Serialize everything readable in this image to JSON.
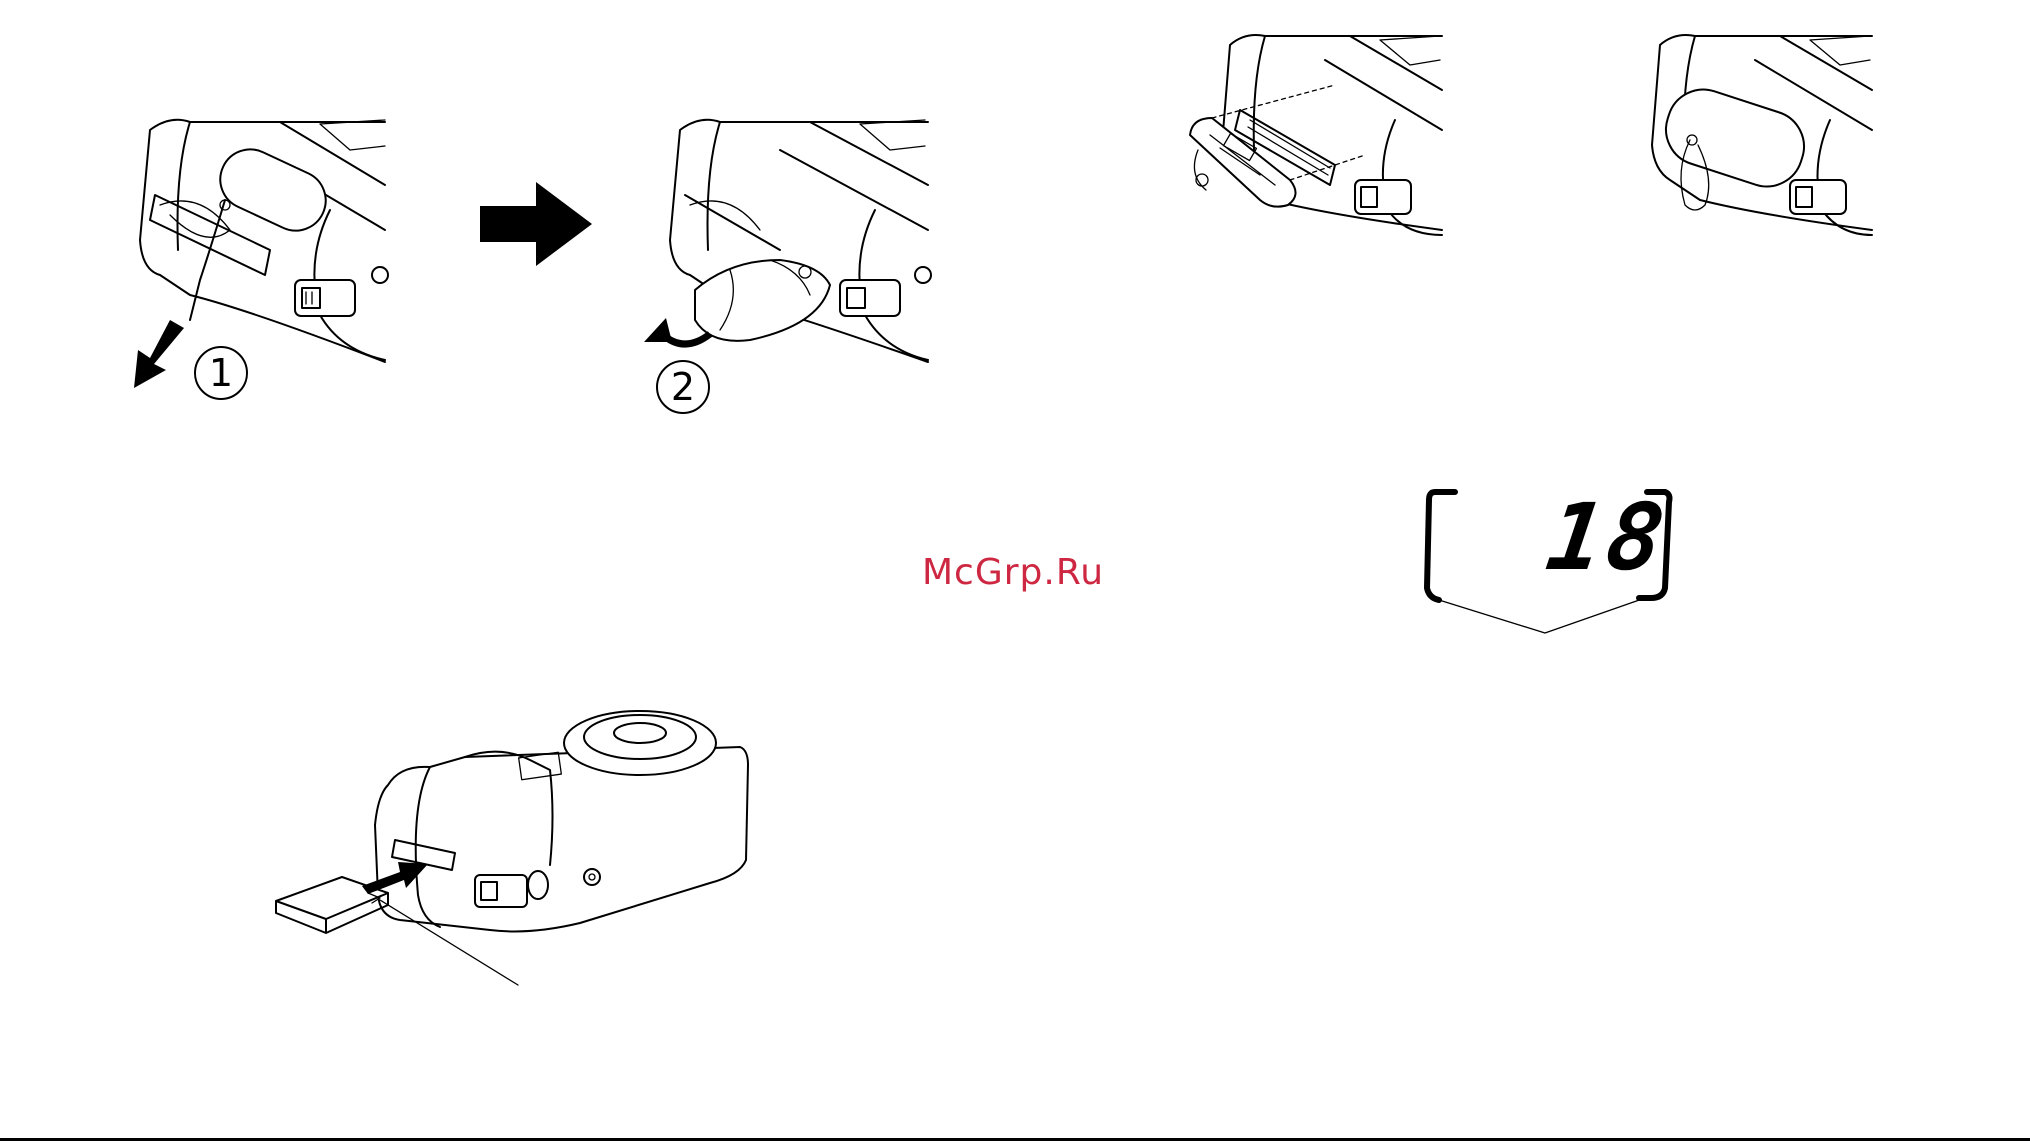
{
  "steps": {
    "step1_label": "1",
    "step2_label": "2"
  },
  "watermark": "McGrp.Ru",
  "lcd_display": {
    "frame_count": "18"
  },
  "icons": {
    "right_arrow": "right-arrow-icon",
    "down_left_arrow": "down-left-arrow-icon",
    "curved_arrow": "curved-arrow-icon",
    "insert_arrow": "insert-arrow-icon"
  },
  "colors": {
    "ink": "#000000",
    "watermark": "#c8102e",
    "background": "#ffffff"
  }
}
